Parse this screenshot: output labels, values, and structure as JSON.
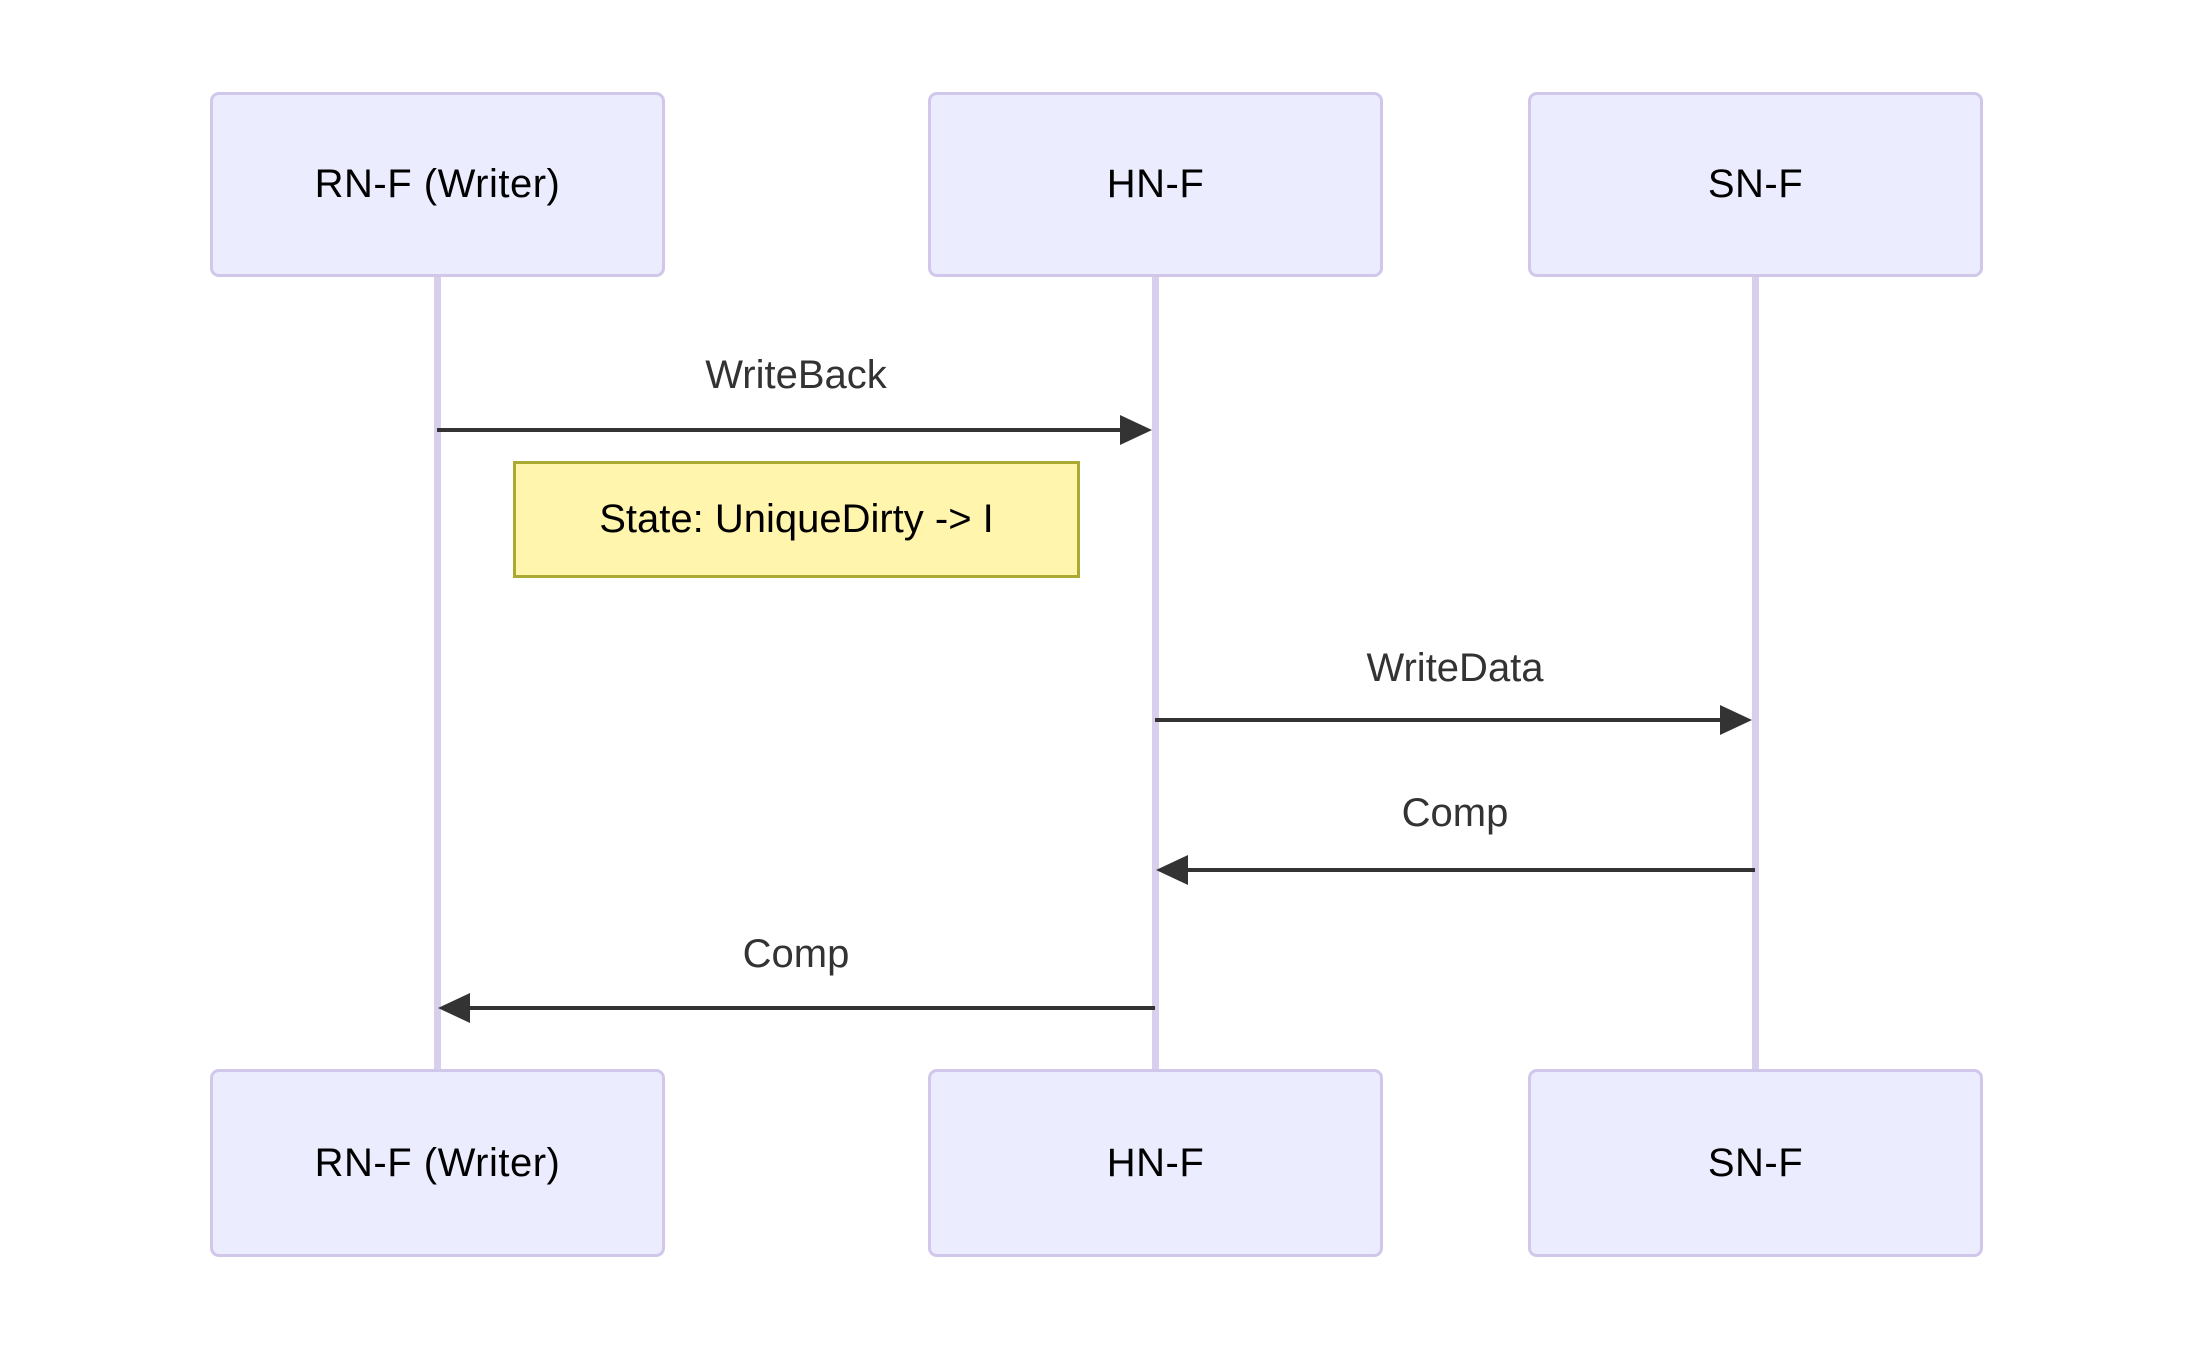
{
  "diagram": {
    "kind": "sequence-diagram",
    "actors": [
      {
        "id": "rnf",
        "label": "RN-F (Writer)"
      },
      {
        "id": "hnf",
        "label": "HN-F"
      },
      {
        "id": "snf",
        "label": "SN-F"
      }
    ],
    "messages": [
      {
        "from": "RN-F (Writer)",
        "to": "HN-F",
        "label": "WriteBack",
        "style": "solid-arrow",
        "direction": "right"
      },
      {
        "from": "HN-F",
        "to": "SN-F",
        "label": "WriteData",
        "style": "solid-arrow",
        "direction": "right"
      },
      {
        "from": "SN-F",
        "to": "HN-F",
        "label": "Comp",
        "style": "solid-arrow",
        "direction": "left"
      },
      {
        "from": "HN-F",
        "to": "RN-F (Writer)",
        "label": "Comp",
        "style": "solid-arrow",
        "direction": "left"
      }
    ],
    "note": {
      "over": "RN-F (Writer), HN-F",
      "text": "State: UniqueDirty -> I"
    }
  },
  "colors": {
    "bg": "#ffffff",
    "actor-fill": "#ECECFF",
    "actor-border": "#d0c7ea",
    "actor-text": "#000000",
    "lifeline": "#d8cfec",
    "arrow": "#333333",
    "msg-text": "#333333",
    "note-fill": "#fff5ad",
    "note-border": "#aaaa33",
    "note-text": "#000000"
  }
}
